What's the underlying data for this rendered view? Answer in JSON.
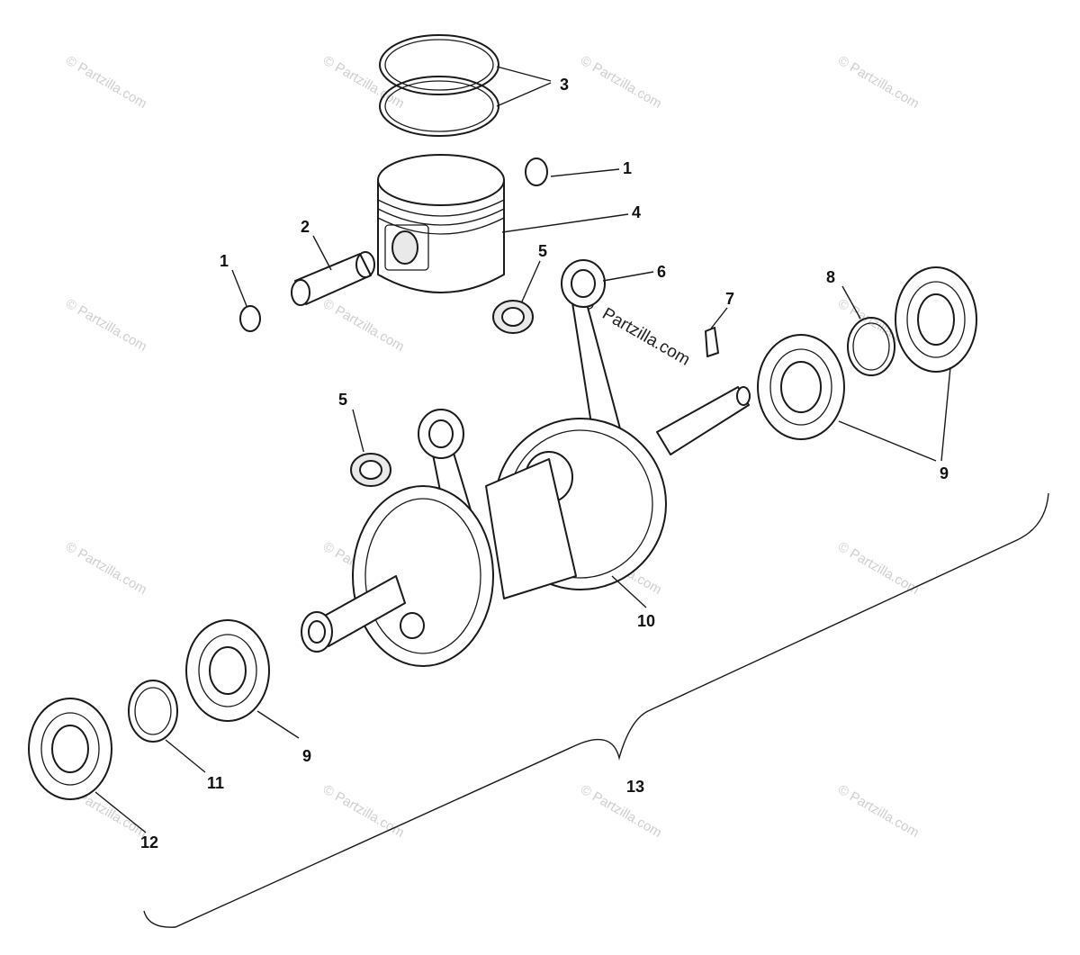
{
  "diagram": {
    "callouts": [
      {
        "id": "3",
        "label": "3"
      },
      {
        "id": "1a",
        "label": "1"
      },
      {
        "id": "4",
        "label": "4"
      },
      {
        "id": "2",
        "label": "2"
      },
      {
        "id": "1b",
        "label": "1"
      },
      {
        "id": "5a",
        "label": "5"
      },
      {
        "id": "6",
        "label": "6"
      },
      {
        "id": "7",
        "label": "7"
      },
      {
        "id": "8",
        "label": "8"
      },
      {
        "id": "9a",
        "label": "9"
      },
      {
        "id": "5b",
        "label": "5"
      },
      {
        "id": "10",
        "label": "10"
      },
      {
        "id": "9b",
        "label": "9"
      },
      {
        "id": "11",
        "label": "11"
      },
      {
        "id": "12",
        "label": "12"
      },
      {
        "id": "13",
        "label": "13"
      }
    ],
    "watermark_text": "© Partzilla.com",
    "watermark_inline": "Partzilla.com"
  }
}
